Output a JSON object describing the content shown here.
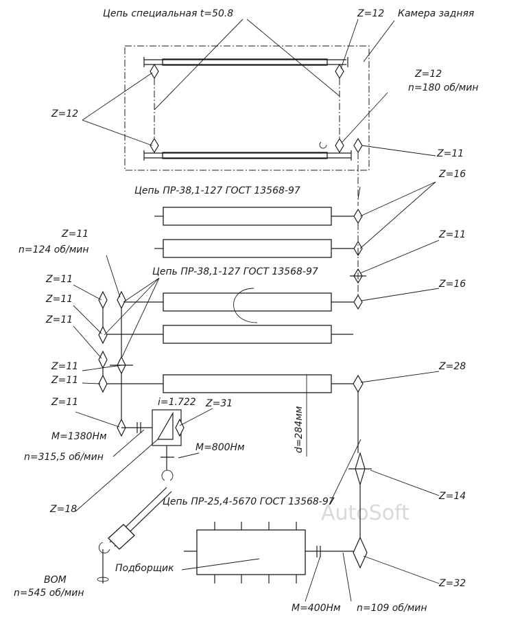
{
  "labels": {
    "chain_special": "Цепь специальная t=50.8",
    "z12_top": "Z=12",
    "rear_chamber": "Камера задняя",
    "z12_right": "Z=12",
    "n180": "n=180 об/мин",
    "z12_left": "Z=12",
    "z11_right1": "Z=11",
    "chain_pr38_1": "Цепь ПР-38,1-127 ГОСТ 13568-97",
    "z16_right1": "Z=16",
    "z11_left_top": "Z=11",
    "n124": "n=124 об/мин",
    "z11_right2": "Z=11",
    "chain_pr38_2": "Цепь ПР-38,1-127 ГОСТ 13568-97",
    "z11_l1": "Z=11",
    "z16_right2": "Z=16",
    "z11_l2": "Z=11",
    "z11_l3": "Z=11",
    "z11_l4": "Z=11",
    "z11_l5": "Z=11",
    "z28": "Z=28",
    "z11_l6": "Z=11",
    "ratio": "i=1.722",
    "z31": "Z=31",
    "m1380": "M=1380Нм",
    "d284": "d=284мм",
    "m800": "M=800Нм",
    "n315": "n=315,5 об/мин",
    "z18": "Z=18",
    "z14": "Z=14",
    "chain_pr25": "Цепь ПР-25,4-5670 ГОСТ 13568-97",
    "bom": "ВОМ",
    "n545": "n=545 об/мин",
    "pickup": "Подборщик",
    "z32": "Z=32",
    "m400": "M=400Нм",
    "n109": "n=109 об/мин"
  },
  "watermark": "AutoSoft",
  "colors": {
    "line": "#1a1a1a",
    "background": "#ffffff",
    "watermark": "#d9d9d9"
  }
}
